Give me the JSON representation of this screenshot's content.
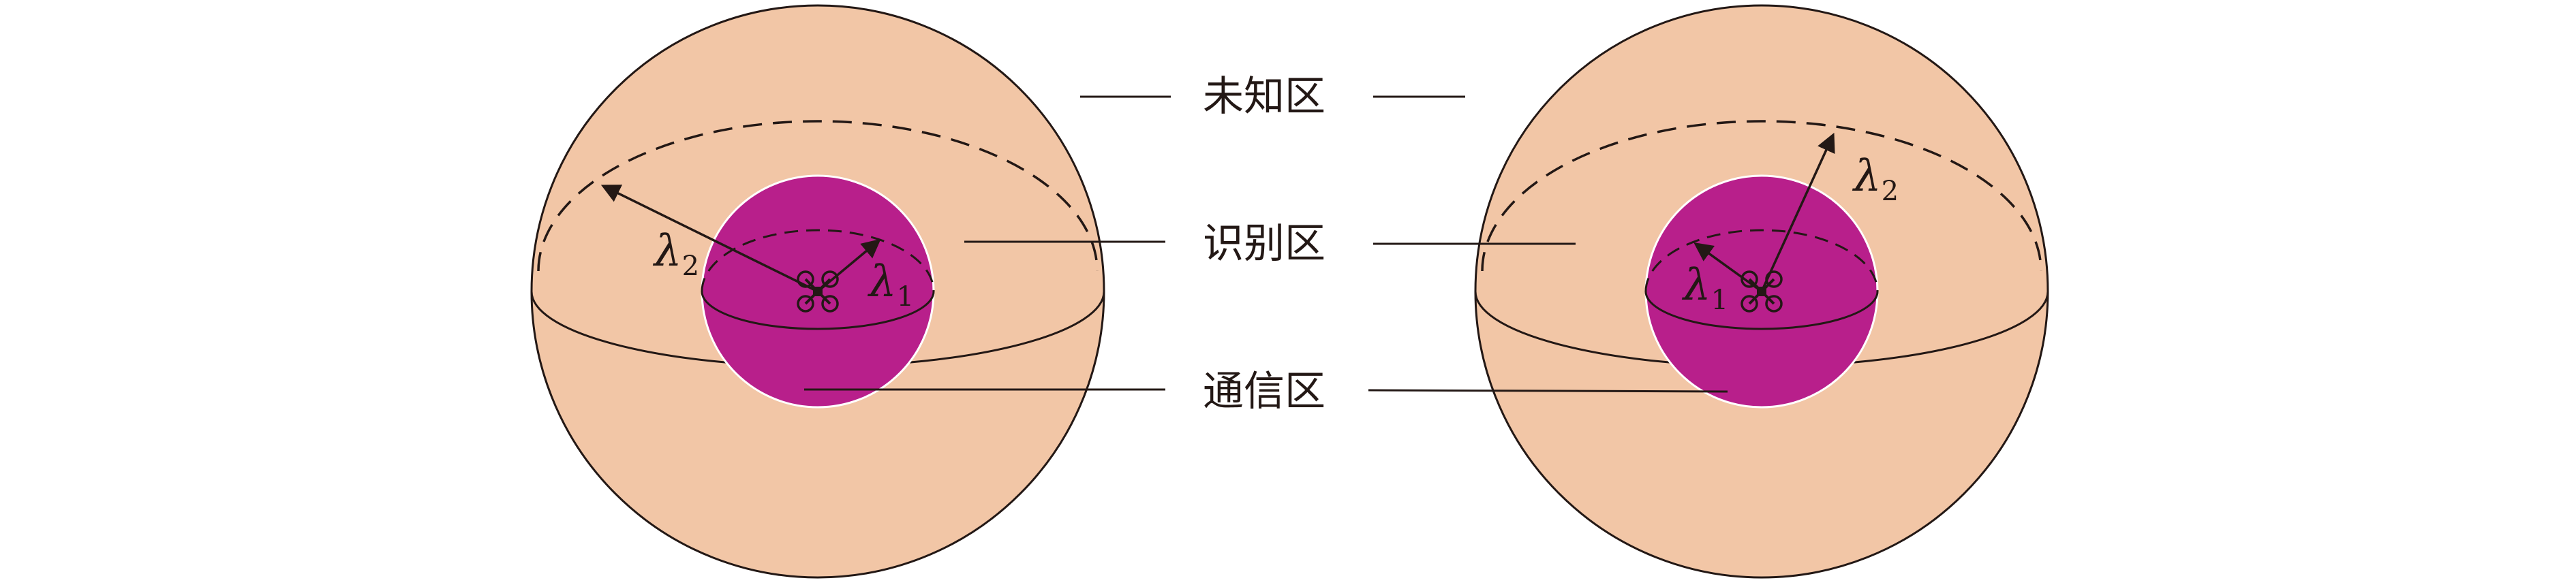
{
  "labels": {
    "unknown_zone": "未知区",
    "recognition_zone": "识别区",
    "communication_zone": "通信区"
  },
  "symbols": {
    "lambda": "λ",
    "sub_1": "1",
    "sub_2": "2"
  },
  "colors": {
    "outer_sphere": "#F2C6A6",
    "inner_sphere": "#B81F8B",
    "stroke": "#231815",
    "background": "#FFFFFF"
  },
  "icons": {
    "drone": "quadrotor-drone-icon"
  }
}
